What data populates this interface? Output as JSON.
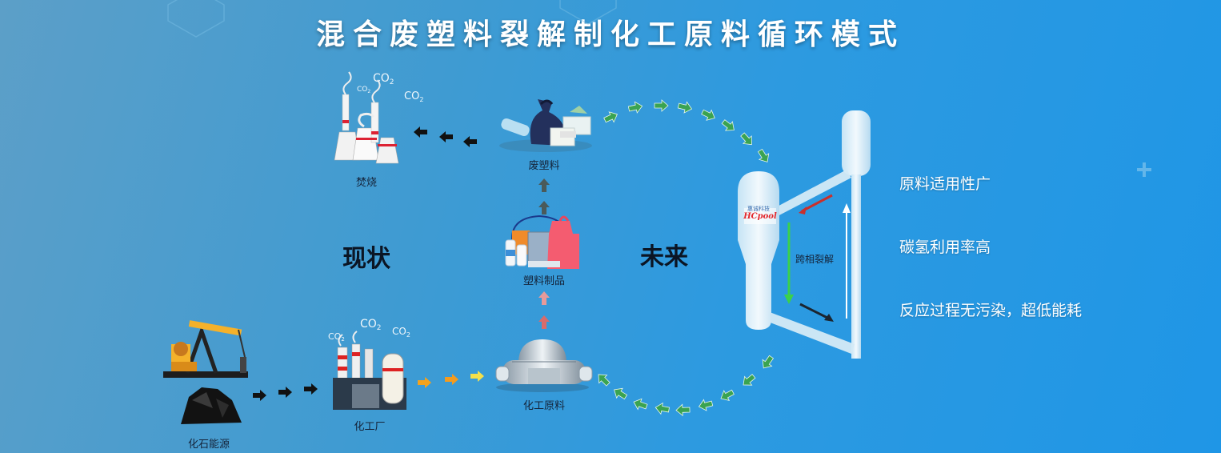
{
  "title": "混合废塑料裂解制化工原料循环模式",
  "labels": {
    "incineration": "焚烧",
    "waste_plastic": "废塑料",
    "plastic_products": "塑料制品",
    "chemical_raw": "化工原料",
    "chemical_plant": "化工厂",
    "fossil_energy": "化石能源",
    "status_quo": "现状",
    "future": "未来",
    "cross_phase_cracking": "跨相裂解"
  },
  "co2_text": "CO",
  "co2_sub": "2",
  "logo_text": "HCpool",
  "logo_small": "惠诚科技",
  "features": [
    "原料适用性广",
    "碳氢利用率高",
    "反应过程无污染，超低能耗"
  ],
  "colors": {
    "arrow_black": "#111111",
    "arrow_orange": "#f3a21c",
    "arrow_red": "#e07a7a",
    "arrow_gray": "#4a5a5a",
    "arrow_green": "#3aa351",
    "reactor": "#dceef8"
  }
}
